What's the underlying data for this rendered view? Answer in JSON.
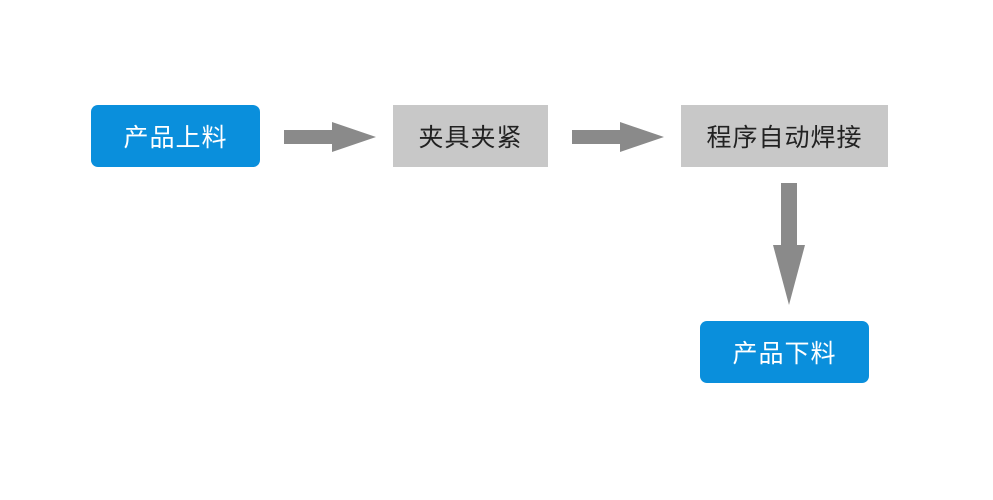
{
  "diagram": {
    "nodes": [
      {
        "id": "start",
        "label": "产品上料",
        "kind": "terminal"
      },
      {
        "id": "clamp",
        "label": "夹具夹紧",
        "kind": "process"
      },
      {
        "id": "weld",
        "label": "程序自动焊接",
        "kind": "process"
      },
      {
        "id": "end",
        "label": "产品下料",
        "kind": "terminal"
      }
    ],
    "edges": [
      {
        "from": "start",
        "to": "clamp"
      },
      {
        "from": "clamp",
        "to": "weld"
      },
      {
        "from": "weld",
        "to": "end"
      }
    ],
    "colors": {
      "terminal_fill": "#0a8fdc",
      "terminal_text": "#ffffff",
      "process_fill": "#c8c8c8",
      "process_text": "#222222",
      "arrow": "#8a8a8a"
    }
  }
}
